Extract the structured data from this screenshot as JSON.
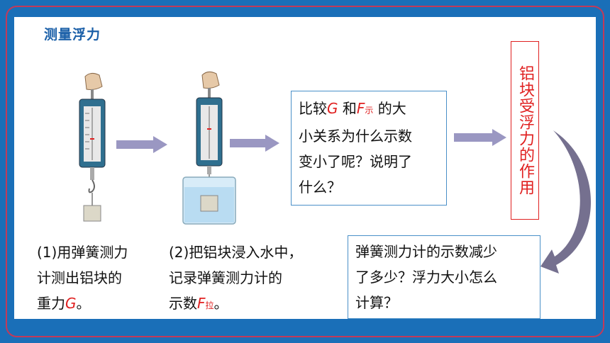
{
  "title": "测量浮力",
  "step1": {
    "line1": "(1)用弹簧测力",
    "line2": "计测出铝块的",
    "line3_pre": "重力",
    "symbol": "G",
    "end": "。"
  },
  "step2": {
    "line1": "(2)把铝块浸入水中，",
    "line2": "记录弹簧测力计的",
    "line3_pre": "示数",
    "symbol": "F",
    "sub": "拉",
    "end": "。"
  },
  "question1": {
    "pre": "比较",
    "g": "G",
    "mid": " 和",
    "f": "F",
    "sub": "示",
    "post": " 的大",
    "line2": "小关系为什么示数",
    "line3": "变小了呢？说明了",
    "line4": "什么？"
  },
  "conclusion": "铝块受浮力的作用",
  "question2": {
    "line1": "弹簧测力计的示数减少",
    "line2": "了多少？浮力大小怎么",
    "line3": "计算？"
  },
  "colors": {
    "accent": "#1a6fb8",
    "red": "#e02020",
    "arrow": "#9a97c2"
  }
}
